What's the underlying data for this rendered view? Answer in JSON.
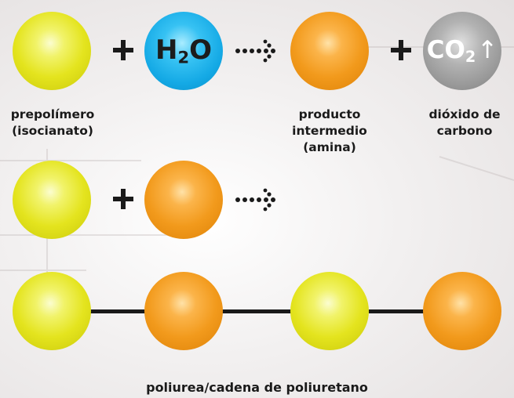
{
  "diagram": {
    "reaction1": {
      "water_symbol": "H",
      "water_subscript": "2",
      "water_suffix": "O",
      "co2_symbol": "CO",
      "co2_subscript": "2",
      "co2_arrow": "↑",
      "label_prepolymer_line1": "prepolímero",
      "label_prepolymer_line2": "(isocianato)",
      "label_intermediate_line1": "producto",
      "label_intermediate_line2": "intermedio",
      "label_intermediate_line3": "(amina)",
      "label_co2_line1": "dióxido de",
      "label_co2_line2": "carbono"
    },
    "chain_label": "poliurea/cadena de poliuretano"
  },
  "colors": {
    "prepolymer": "#e4e41e",
    "intermediate": "#f29a1c",
    "water": "#14a9e5",
    "co2": "#979797",
    "text": "#1a1a1a"
  }
}
